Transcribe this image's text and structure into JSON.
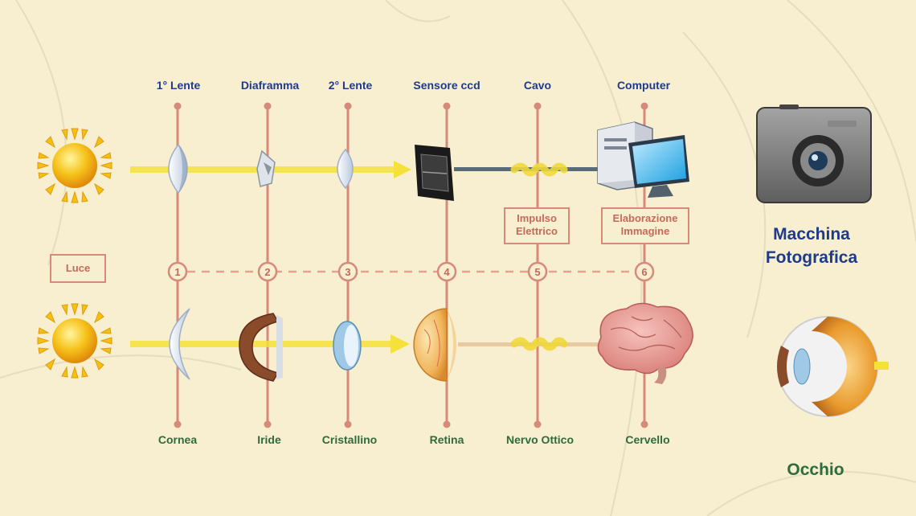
{
  "columns": [
    {
      "number": "1",
      "top_label": "1° Lente",
      "bottom_label": "Cornea"
    },
    {
      "number": "2",
      "top_label": "Diaframma",
      "bottom_label": "Iride"
    },
    {
      "number": "3",
      "top_label": "2° Lente",
      "bottom_label": "Cristallino"
    },
    {
      "number": "4",
      "top_label": "Sensore ccd",
      "bottom_label": "Retina"
    },
    {
      "number": "5",
      "top_label": "Cavo",
      "bottom_label": "Nervo Ottico"
    },
    {
      "number": "6",
      "top_label": "Computer",
      "bottom_label": "Cervello"
    }
  ],
  "light_label": "Luce",
  "impulse_label": {
    "line1": "Impulso",
    "line2": "Elettrico"
  },
  "processing_label": {
    "line1": "Elaborazione",
    "line2": "Immagine"
  },
  "camera_title": {
    "line1": "Macchina",
    "line2": "Fotografica"
  },
  "eye_title": "Occhio",
  "colors": {
    "background": "#f7efcf",
    "column_line": "#d78a7a",
    "light_beam": "#f5e13a",
    "top_label": "#1f3a8a",
    "bottom_label": "#2e6b3d",
    "box_text": "#c46a5a"
  }
}
